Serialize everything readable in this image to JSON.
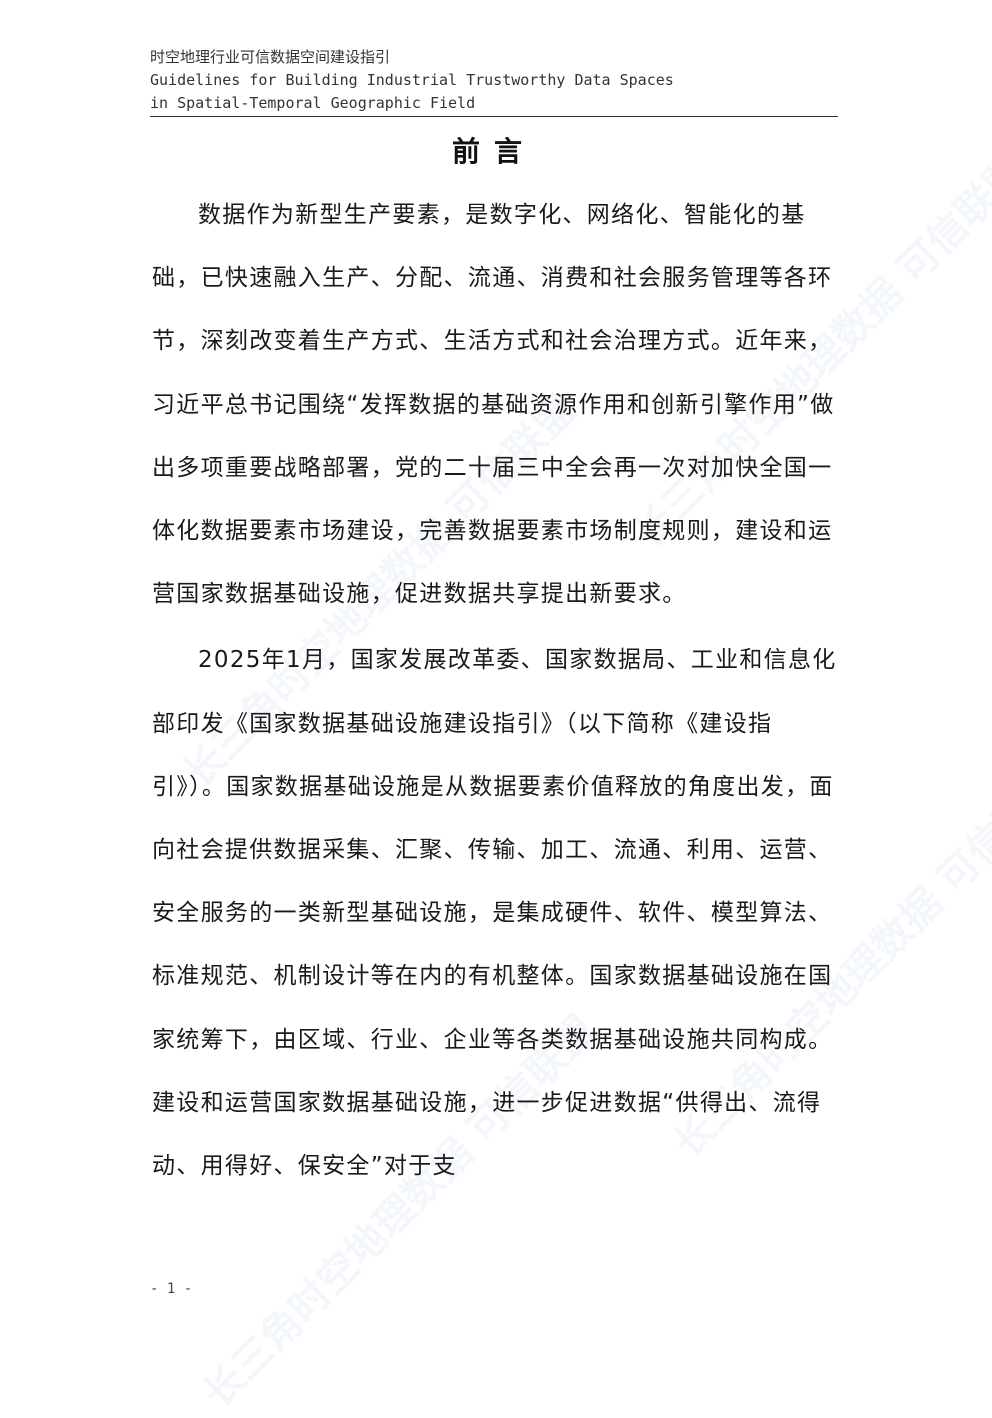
{
  "header": {
    "title_cn": "时空地理行业可信数据空间建设指引",
    "title_en_line1": "Guidelines for Building Industrial Trustworthy Data Spaces",
    "title_en_line2": "in Spatial-Temporal Geographic Field"
  },
  "section_title": "前言",
  "paragraphs": [
    "数据作为新型生产要素，是数字化、网络化、智能化的基础，已快速融入生产、分配、流通、消费和社会服务管理等各环节，深刻改变着生产方式、生活方式和社会治理方式。近年来，习近平总书记围绕“发挥数据的基础资源作用和创新引擎作用”做出多项重要战略部署，党的二十届三中全会再一次对加快全国一体化数据要素市场建设，完善数据要素市场制度规则，建设和运营国家数据基础设施，促进数据共享提出新要求。",
    "2025年1月，国家发展改革委、国家数据局、工业和信息化部印发《国家数据基础设施建设指引》（以下简称《建设指引》）。国家数据基础设施是从数据要素价值释放的角度出发，面向社会提供数据采集、汇聚、传输、加工、流通、利用、运营、安全服务的一类新型基础设施，是集成硬件、软件、模型算法、标准规范、机制设计等在内的有机整体。国家数据基础设施在国家统筹下，由区域、行业、企业等各类数据基础设施共同构成。建设和运营国家数据基础设施，进一步促进数据“供得出、流得动、用得好、保安全”对于支"
  ],
  "footer": {
    "page_number": "- 1 -"
  },
  "watermark": {
    "text": "长三角时空地理数据 可信联盟",
    "color": "#dde8f3"
  }
}
